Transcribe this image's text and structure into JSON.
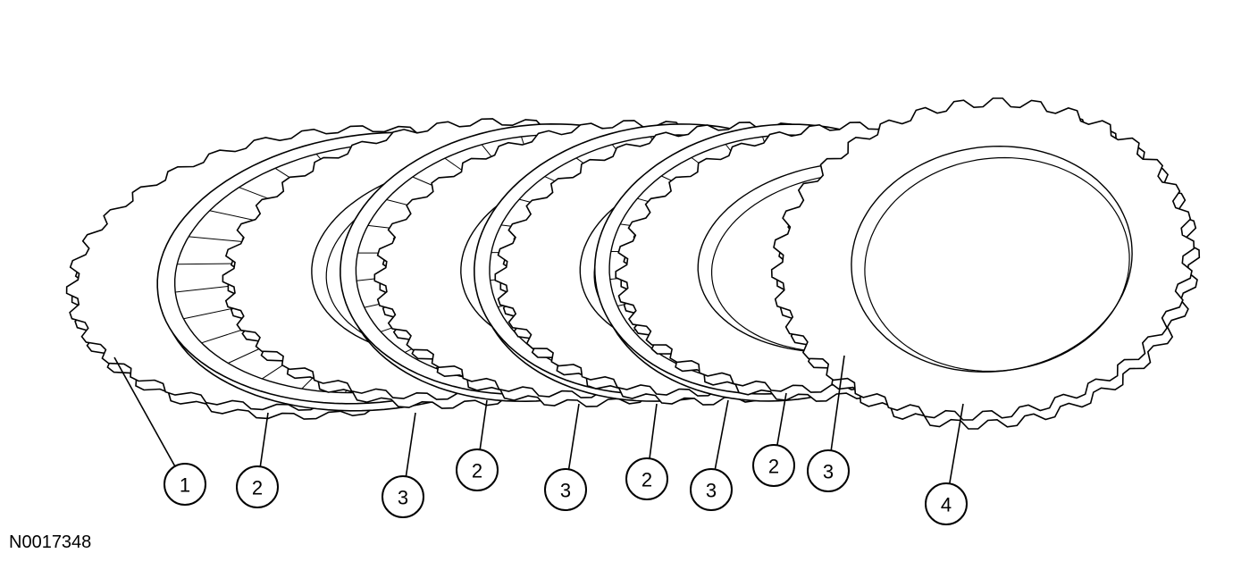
{
  "figure_id": "N0017348",
  "callouts": [
    "1",
    "2",
    "3",
    "2",
    "3",
    "2",
    "3",
    "2",
    "3",
    "4"
  ],
  "colors": {
    "line": "#000000",
    "fill": "#ffffff"
  }
}
